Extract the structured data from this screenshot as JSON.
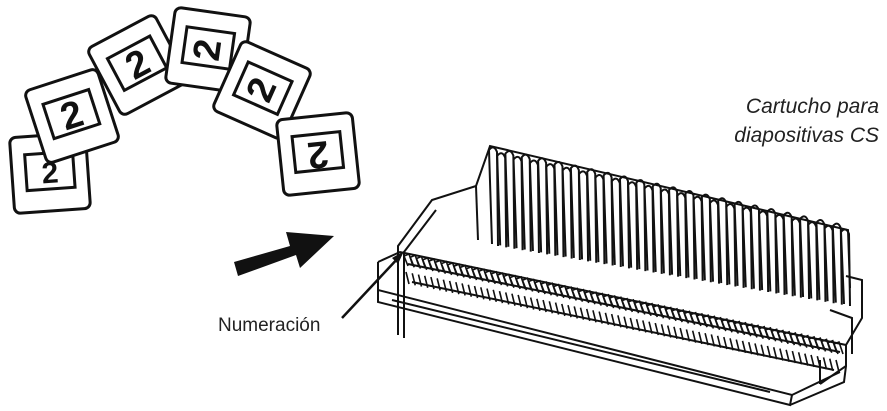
{
  "caption": {
    "line1": "Cartucho para",
    "line2": "diapositivas CS"
  },
  "pointer_label": "Numeración",
  "slides": [
    {
      "digit": "2"
    },
    {
      "digit": "2"
    },
    {
      "digit": "2"
    },
    {
      "digit": "2"
    },
    {
      "digit": "2"
    },
    {
      "digit": "2"
    }
  ],
  "colors": {
    "ink": "#111111",
    "background": "#ffffff"
  }
}
